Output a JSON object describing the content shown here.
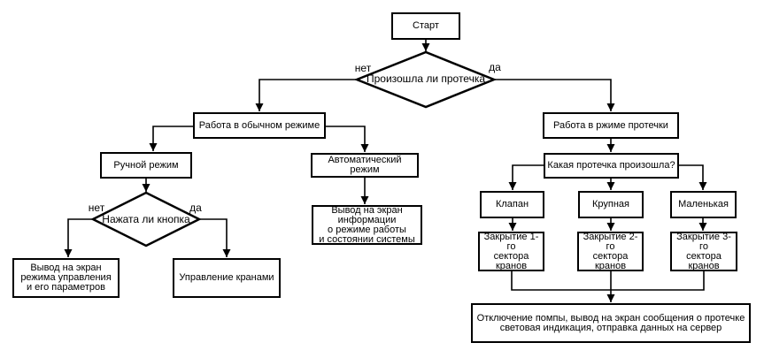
{
  "diagram": {
    "background_color": "#ffffff",
    "stroke_color": "#000000",
    "nodes": {
      "start": "Старт",
      "leak_q": "Произошла ли протечка",
      "normal_mode": "Работа в обычном режиме",
      "leak_mode": "Работа в ржиме протечки",
      "manual_mode": "Ручной режим",
      "auto_mode": "Автоматический  режим",
      "button_q": "Нажата ли кнопка",
      "display_control_mode": [
        "Вывод на экран",
        "режима управления",
        "и его параметров"
      ],
      "crane_control": "Управление кранами",
      "display_system_info": [
        "Вывод на экран",
        "информации",
        "о режиме работы",
        "и состоянии системы"
      ],
      "leak_type_q": "Какая протечка произошла?",
      "valve": "Клапан",
      "large_leak": "Крупная",
      "small_leak": "Маленькая",
      "close_sector_1": [
        "Закрытие 1-го",
        "сектора кранов"
      ],
      "close_sector_2": [
        "Закрытие 2-го",
        "сектора кранов"
      ],
      "close_sector_3": [
        "Закрытие 3-го",
        "сектора кранов"
      ],
      "final_action": [
        "Отключение помпы, вывод на экран сообщения о протечке",
        "световая индикация, отправка данных на сервер"
      ]
    },
    "edge_labels": {
      "leak_no": "нет",
      "leak_yes": "да",
      "button_no": "нет",
      "button_yes": "да"
    }
  }
}
